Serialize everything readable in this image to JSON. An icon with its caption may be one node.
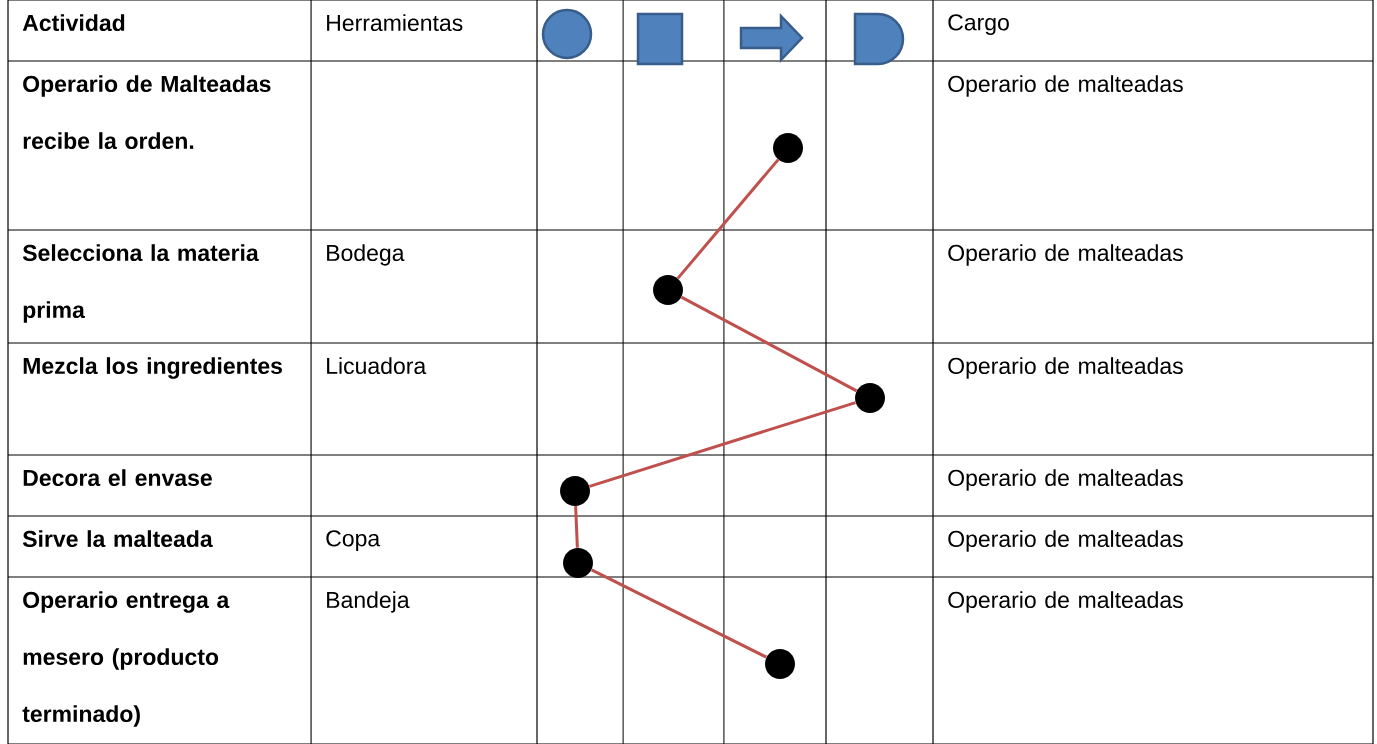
{
  "diagram": {
    "nodes": [
      {
        "text": [],
        "shape": "circle"
      },
      {
        "text": [],
        "shape": "circle"
      },
      {
        "text": [],
        "shape": "circle"
      },
      {
        "text": [],
        "shape": "circle"
      },
      {
        "text": [],
        "shape": "circle"
      },
      {
        "text": [],
        "shape": "circle"
      }
    ],
    "edges": [
      {
        "from": 0,
        "to": 1,
        "arrow": "none"
      },
      {
        "from": 1,
        "to": 2,
        "arrow": "none"
      },
      {
        "from": 2,
        "to": 3,
        "arrow": "none"
      },
      {
        "from": 3,
        "to": 4,
        "arrow": "none"
      },
      {
        "from": 4,
        "to": 5,
        "arrow": "none"
      }
    ],
    "labels": [
      "Actividad",
      "Herramientas",
      "Cargo",
      "Operario de Malteadas recibe la orden.",
      "Operario de malteadas",
      "Selecciona la materia prima",
      "Bodega",
      "Operario de malteadas",
      "Mezcla los ingredientes",
      "Licuadora",
      "Operario de malteadas",
      "Decora el envase",
      "Operario de malteadas",
      "Sirve la malteada",
      "Copa",
      "Operario de malteadas",
      "Operario entrega a mesero (producto terminado)",
      "Bandeja",
      "Operario de malteadas"
    ]
  }
}
